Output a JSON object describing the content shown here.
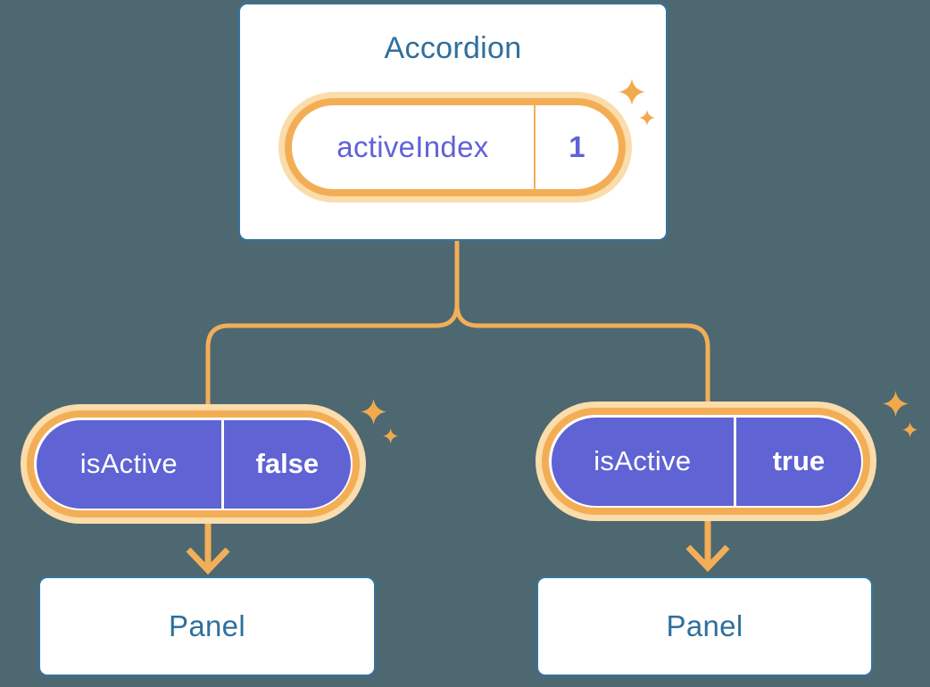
{
  "diagram": {
    "accordion": {
      "title": "Accordion",
      "state": {
        "name": "activeIndex",
        "value": "1"
      }
    },
    "left_branch": {
      "prop": {
        "name": "isActive",
        "value": "false"
      },
      "panel_label": "Panel"
    },
    "right_branch": {
      "prop": {
        "name": "isActive",
        "value": "true"
      },
      "panel_label": "Panel"
    }
  },
  "icons": {
    "sparkles": "sparkle-icon"
  },
  "colors": {
    "background": "#4D6871",
    "card_fill": "#FFFFFF",
    "card_border": "#35749E",
    "title_text": "#2F6F9D",
    "orange_line": "#F2AE58",
    "orange_ring": "#F3AE55",
    "orange_glow": "#FBDCAB",
    "sparkle": "#F2A94E",
    "purple_fill": "#5F63D3",
    "purple_text": "#6062D6",
    "pill_text_white": "#FFFFFF"
  }
}
